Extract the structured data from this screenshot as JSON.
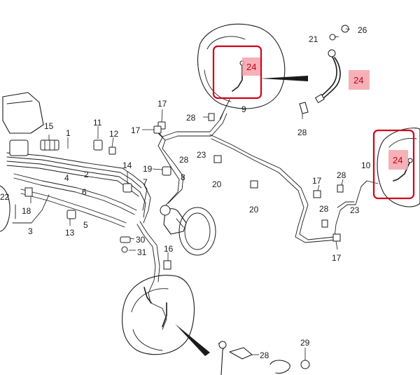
{
  "callouts": {
    "c1": "1",
    "c2": "2",
    "c3": "3",
    "c4": "4",
    "c5": "5",
    "c6": "6",
    "c7": "7",
    "c8": "8",
    "c9": "9",
    "c10": "10",
    "c11": "11",
    "c12": "12",
    "c13": "13",
    "c14": "14",
    "c15": "15",
    "c16": "16",
    "c17a": "17",
    "c17b": "17",
    "c17c": "17",
    "c17d": "17",
    "c18": "18",
    "c19": "19",
    "c20a": "20",
    "c20b": "20",
    "c21": "21",
    "c22": "22",
    "c23a": "23",
    "c23b": "23",
    "c26": "26",
    "c28a": "28",
    "c28b": "28",
    "c28c": "28",
    "c28d": "28",
    "c28e": "28",
    "c28f": "28",
    "c29": "29",
    "c30": "30",
    "c31": "31"
  },
  "highlighted": {
    "front_hose": "24",
    "detail_hose": "24",
    "rear_hose": "24"
  },
  "colors": {
    "highlight_border": "#d0021b",
    "highlight_fill": "#f4a3a9",
    "line": "#1a1a1a"
  }
}
